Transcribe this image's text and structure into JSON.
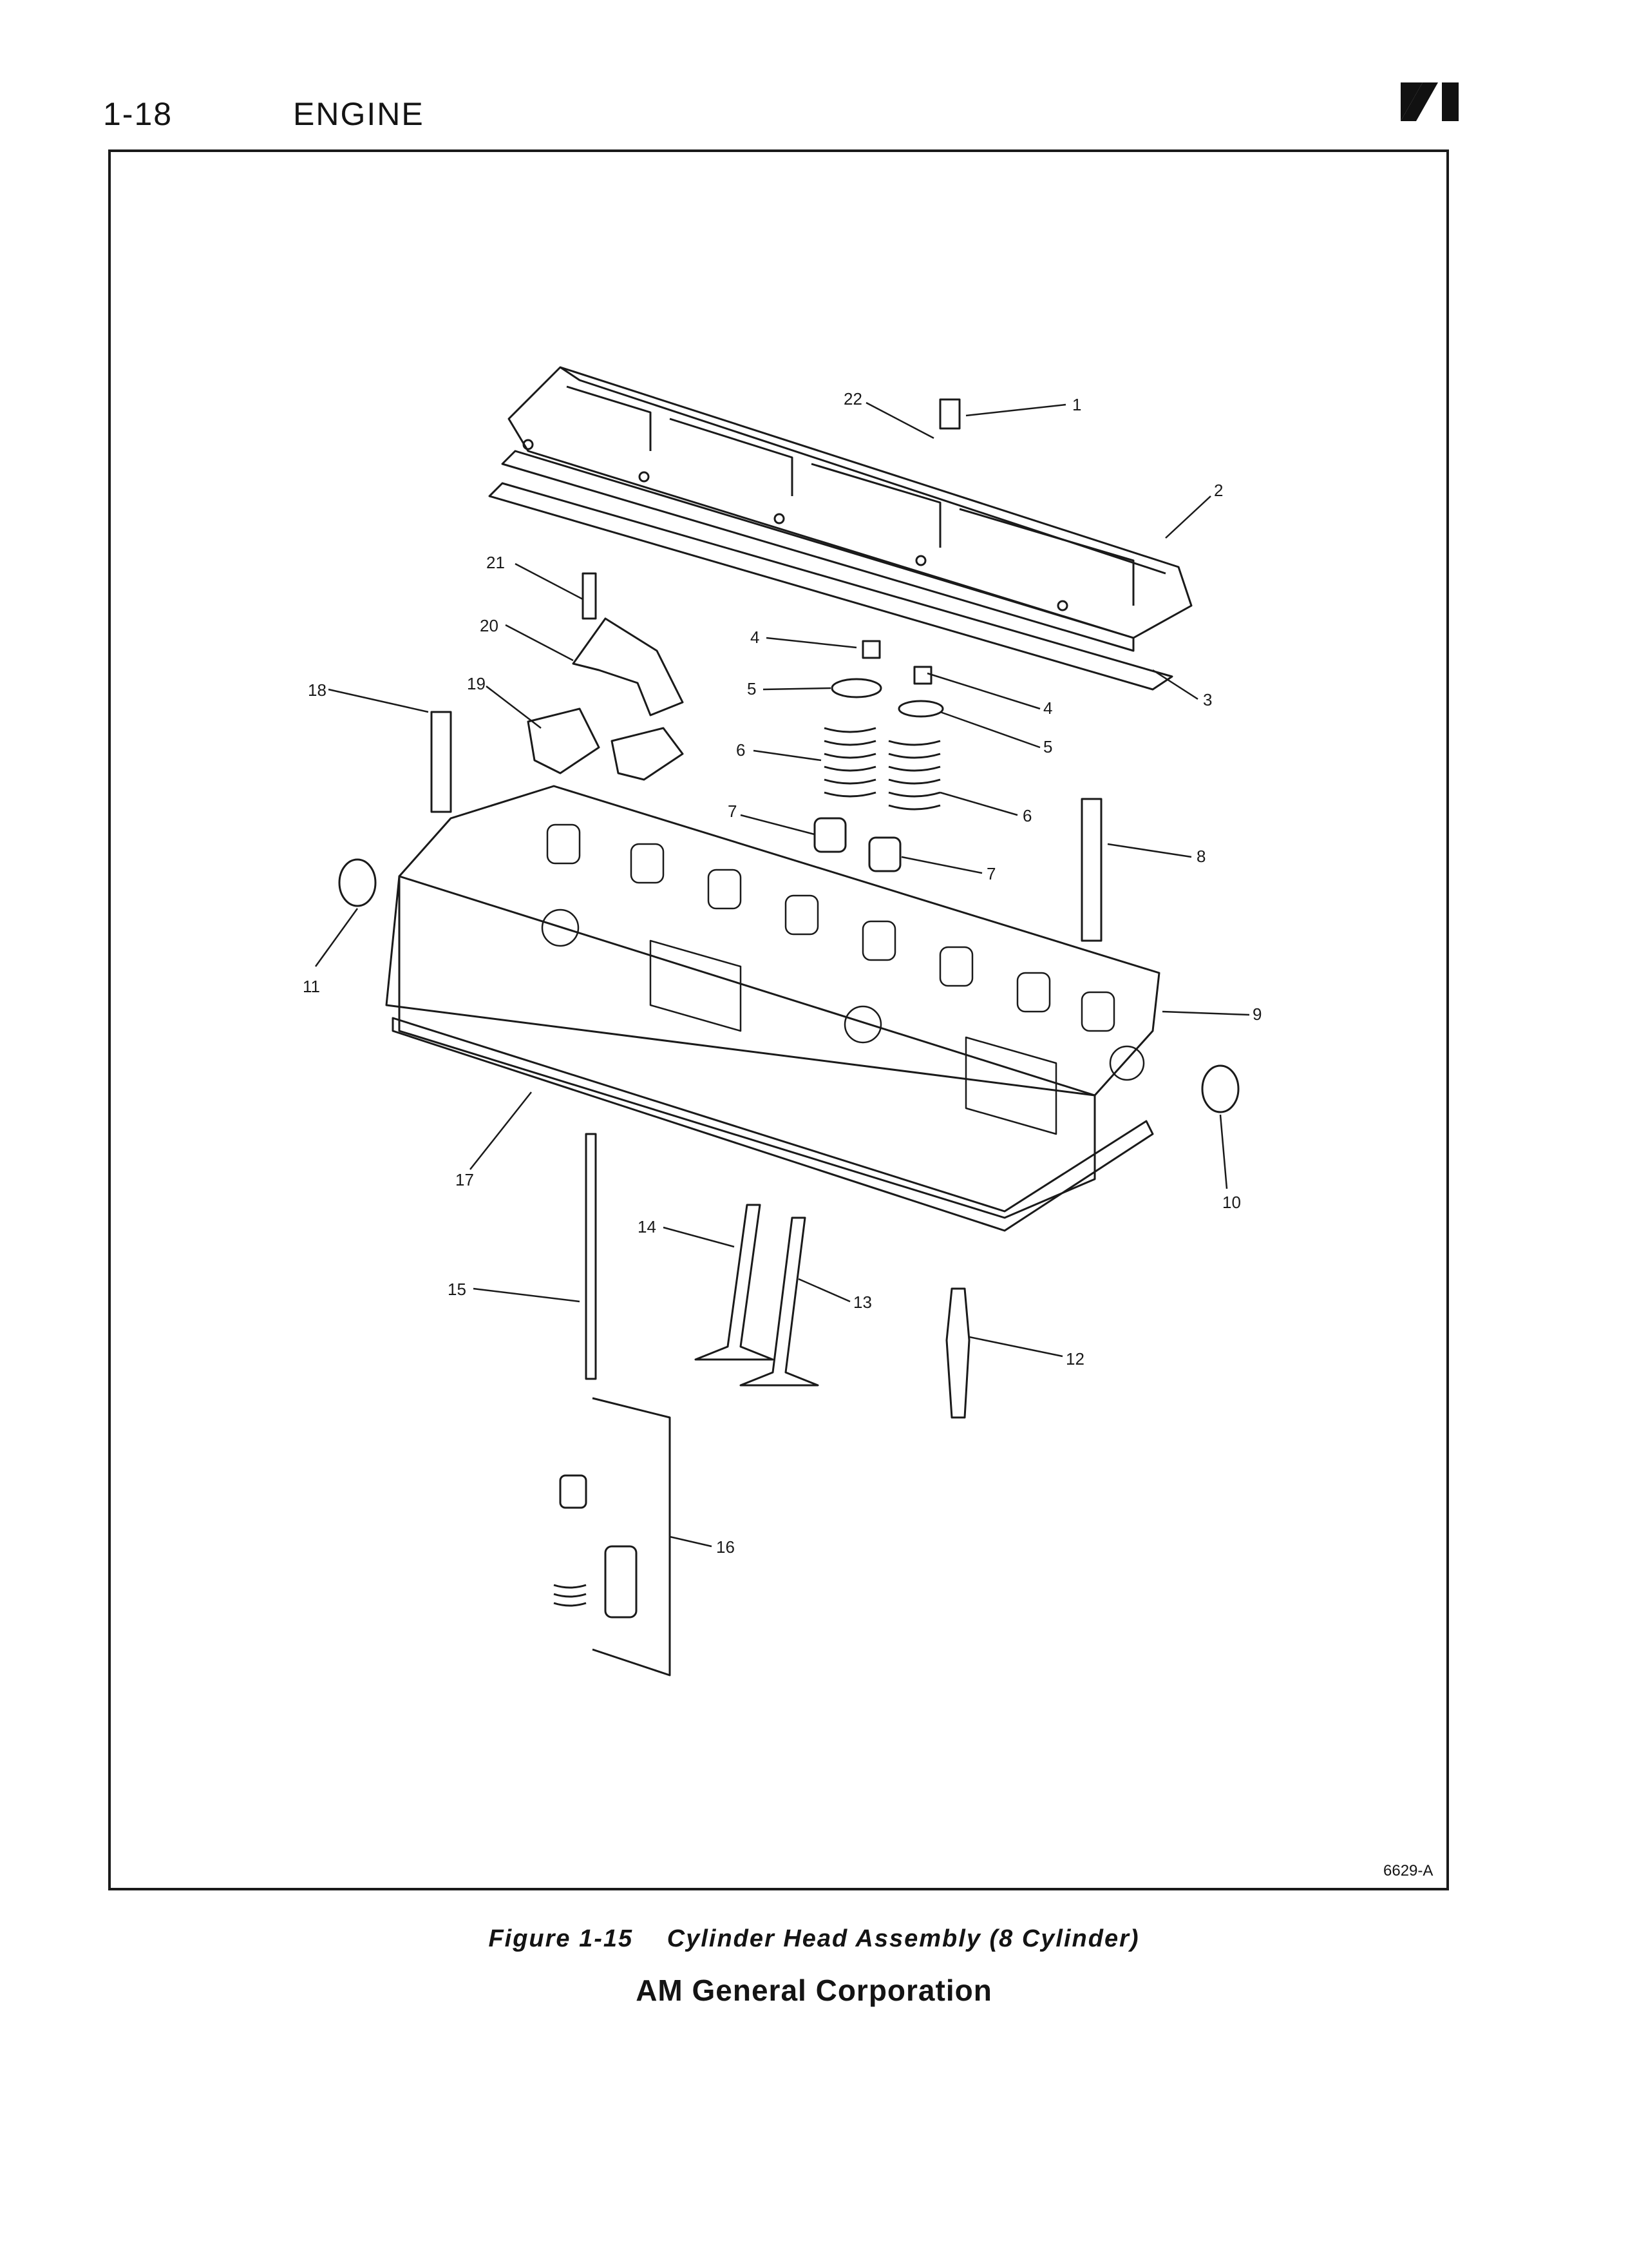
{
  "header": {
    "page_number": "1-18",
    "section": "ENGINE"
  },
  "figure": {
    "code": "6629-A",
    "callouts": [
      "1",
      "2",
      "3",
      "4",
      "4",
      "5",
      "5",
      "6",
      "6",
      "7",
      "7",
      "8",
      "9",
      "10",
      "11",
      "12",
      "13",
      "14",
      "15",
      "16",
      "17",
      "18",
      "19",
      "20",
      "21",
      "22"
    ]
  },
  "caption": {
    "figure_number": "Figure 1-15",
    "title": "Cylinder Head Assembly (8 Cylinder)"
  },
  "footer": {
    "corporation": "AM General Corporation"
  }
}
